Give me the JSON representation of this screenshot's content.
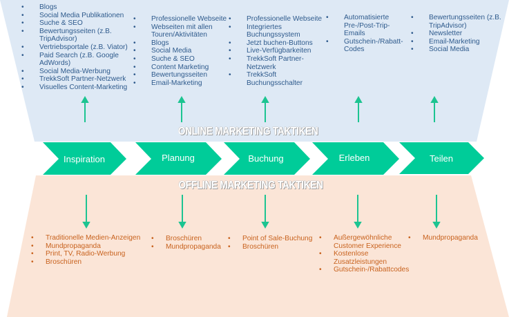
{
  "colors": {
    "online_bg": "#DEE9F5",
    "offline_bg": "#FBE5D7",
    "chevron": "#00CC99",
    "arrow": "#1CC491",
    "online_text": "#2E5A8C",
    "offline_text": "#C8621E"
  },
  "online_title": "ONLINE MARKETING TAKTIKEN",
  "offline_title": "OFFLINE MARKETING TAKTIKEN",
  "stages": [
    {
      "label": "Inspiration"
    },
    {
      "label": "Planung"
    },
    {
      "label": "Buchung"
    },
    {
      "label": "Erleben"
    },
    {
      "label": "Teilen"
    }
  ],
  "online": [
    {
      "items": [
        "Blogs",
        "Social Media Publikationen",
        "Suche & SEO",
        "Bewertungsseiten (z.B. TripAdvisor)",
        "Vertriebsportale (z.B. Viator)",
        "Paid Search (z.B. Google AdWords)",
        "Social Media-Werbung",
        "TrekkSoft Partner-Netzwerk",
        "Visuelles Content-Marketing"
      ]
    },
    {
      "items": [
        "Professionelle Webseite",
        "Webseiten mit allen Touren/Aktivitäten",
        "Blogs",
        "Social Media",
        "Suche & SEO",
        "Content Marketing",
        "Bewertungsseiten",
        "Email-Marketing"
      ]
    },
    {
      "items": [
        "Professionelle Webseite",
        "Integriertes Buchungssystem",
        "Jetzt buchen-Buttons",
        "Live-Verfügbarkeiten",
        "TrekkSoft Partner-Netzwerk",
        "TrekkSoft Buchungsschalter"
      ]
    },
    {
      "items": [
        "Automatisierte Pre-/Post-Trip-Emails",
        "Gutschein-/Rabatt-Codes"
      ]
    },
    {
      "items": [
        "Bewertungsseiten (z.B. TripAdvisor)",
        "Newsletter",
        "Email-Marketing",
        "Social Media"
      ]
    }
  ],
  "offline": [
    {
      "items": [
        "Traditionelle Medien-Anzeigen",
        "Mundpropaganda",
        "Print, TV, Radio-Werbung",
        "Broschüren"
      ]
    },
    {
      "items": [
        "Broschüren",
        "Mundpropaganda"
      ]
    },
    {
      "items": [
        "Point of Sale-Buchung",
        "Broschüren"
      ]
    },
    {
      "items": [
        "Außergewöhnliche Customer Experience",
        "Kostenlose Zusatzleistungen",
        "Gutschein-/Rabattcodes"
      ]
    },
    {
      "items": [
        "Mundpropaganda"
      ]
    }
  ],
  "bullet_glyph": "•"
}
